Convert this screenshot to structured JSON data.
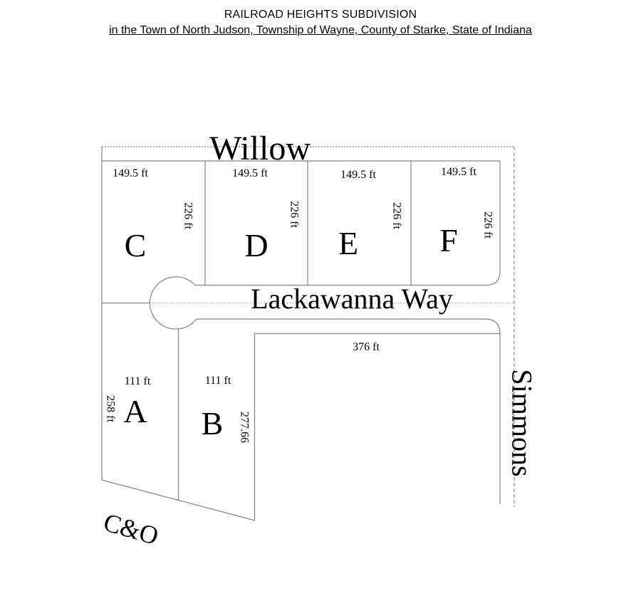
{
  "header": {
    "title": "RAILROAD HEIGHTS SUBDIVISION",
    "subtitle": "in the Town of North Judson, Township of Wayne, County of Starke, State of Indiana"
  },
  "streets": {
    "north": "Willow",
    "culdesac": "Lackawanna Way",
    "east": "Simmons",
    "railroad": "C&O"
  },
  "lots": {
    "C": {
      "label": "C",
      "frontage": "149.5 ft",
      "depth": "226 ft"
    },
    "D": {
      "label": "D",
      "frontage": "149.5 ft",
      "depth": "226 ft"
    },
    "E": {
      "label": "E",
      "frontage": "149.5 ft",
      "depth": "226 ft"
    },
    "F": {
      "label": "F",
      "frontage": "149.5 ft",
      "depth": "226 ft"
    },
    "A": {
      "label": "A",
      "frontage": "111 ft",
      "depth": "258 ft"
    },
    "B": {
      "label": "B",
      "frontage": "111 ft",
      "depth": "277.66"
    }
  },
  "outparcel": {
    "frontage": "376 ft"
  },
  "colors": {
    "line": "#848484",
    "centerline": "#a2a2a2",
    "text": "#000000",
    "background": "#ffffff"
  }
}
